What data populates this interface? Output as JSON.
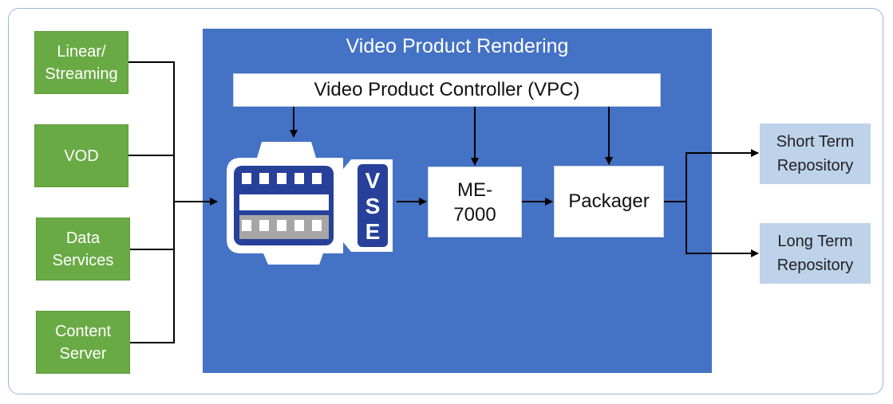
{
  "sources": [
    {
      "label": "Linear/\nStreaming"
    },
    {
      "label": "VOD"
    },
    {
      "label": "Data\nServices"
    },
    {
      "label": "Content\nServer"
    }
  ],
  "rendering": {
    "title": "Video Product Rendering",
    "controller": "Video Product Controller (VPC)",
    "vse_logo_text": "VSE",
    "encoder": "ME-\n7000",
    "packager": "Packager"
  },
  "repositories": [
    {
      "label": "Short Term\nRepository"
    },
    {
      "label": "Long Term\nRepository"
    }
  ],
  "colors": {
    "source_green": "#6aaa45",
    "panel_blue": "#4472c4",
    "vse_navy": "#27409a",
    "repository_blue": "#bed2ea"
  }
}
